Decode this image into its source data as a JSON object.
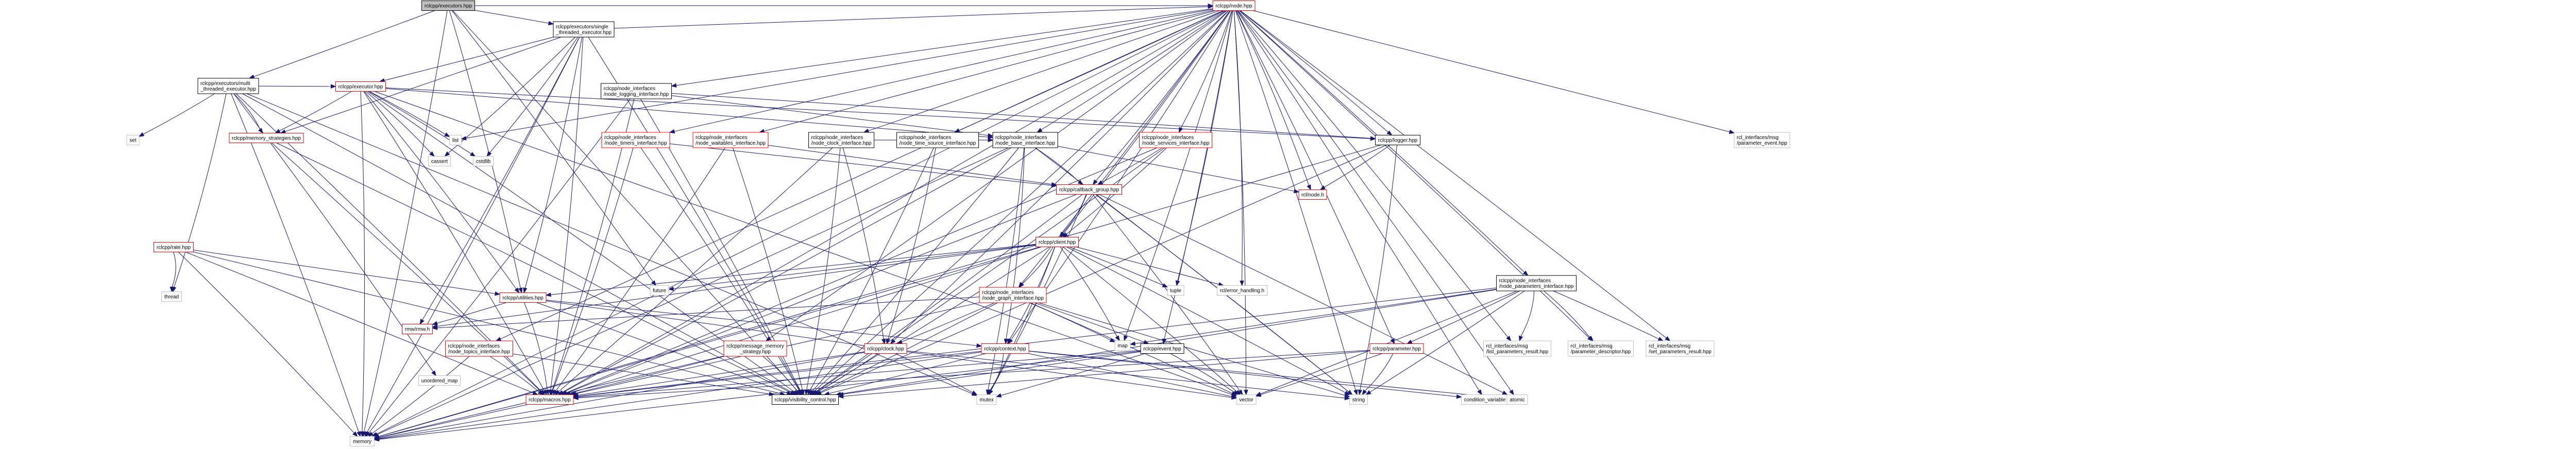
{
  "graph": {
    "title": "rclcpp/executors.hpp",
    "colors": {
      "edge": "#191970",
      "root_fill": "#bfbfbf",
      "linked_border": "#000000",
      "truncated_border": "#ff0000",
      "system_border": "#bfbfbf"
    },
    "nodes": [
      {
        "id": "n0",
        "label": [
          "rclcpp/executors.hpp"
        ],
        "kind": "root"
      },
      {
        "id": "n1",
        "label": [
          "rclcpp/executors/single",
          "_threaded_executor.hpp"
        ],
        "kind": "linked"
      },
      {
        "id": "n2",
        "label": [
          "rclcpp/executors/multi",
          "_threaded_executor.hpp"
        ],
        "kind": "linked"
      },
      {
        "id": "n3",
        "label": [
          "rclcpp/node.hpp"
        ],
        "kind": "truncated"
      },
      {
        "id": "n4",
        "label": [
          "rclcpp/executor.hpp"
        ],
        "kind": "truncated"
      },
      {
        "id": "n5",
        "label": [
          "rclcpp/memory_strategies.hpp"
        ],
        "kind": "truncated"
      },
      {
        "id": "n6",
        "label": [
          "rclcpp/node_interfaces",
          "/node_logging_interface.hpp"
        ],
        "kind": "linked"
      },
      {
        "id": "n7",
        "label": [
          "rclcpp/node_interfaces",
          "/node_timers_interface.hpp"
        ],
        "kind": "truncated"
      },
      {
        "id": "n8",
        "label": [
          "rclcpp/node_interfaces",
          "/node_waitables_interface.hpp"
        ],
        "kind": "truncated"
      },
      {
        "id": "n9",
        "label": [
          "rclcpp/node_interfaces",
          "/node_clock_interface.hpp"
        ],
        "kind": "linked"
      },
      {
        "id": "n10",
        "label": [
          "rclcpp/node_interfaces",
          "/node_time_source_interface.hpp"
        ],
        "kind": "linked"
      },
      {
        "id": "n11",
        "label": [
          "rclcpp/node_interfaces",
          "/node_base_interface.hpp"
        ],
        "kind": "linked"
      },
      {
        "id": "n12",
        "label": [
          "rclcpp/node_interfaces",
          "/node_services_interface.hpp"
        ],
        "kind": "truncated"
      },
      {
        "id": "n13",
        "label": [
          "rclcpp/logger.hpp"
        ],
        "kind": "linked"
      },
      {
        "id": "n14",
        "label": [
          "rclcpp/callback_group.hpp"
        ],
        "kind": "truncated"
      },
      {
        "id": "n15",
        "label": [
          "rcl/node.h"
        ],
        "kind": "truncated"
      },
      {
        "id": "n16",
        "label": [
          "rclcpp/client.hpp"
        ],
        "kind": "truncated"
      },
      {
        "id": "n17",
        "label": [
          "rclcpp/rate.hpp"
        ],
        "kind": "truncated"
      },
      {
        "id": "n18",
        "label": [
          "rclcpp/utilities.hpp"
        ],
        "kind": "truncated"
      },
      {
        "id": "n19",
        "label": [
          "rclcpp/node_interfaces",
          "/node_topics_interface.hpp"
        ],
        "kind": "truncated"
      },
      {
        "id": "n20",
        "label": [
          "rclcpp/message_memory",
          "_strategy.hpp"
        ],
        "kind": "truncated"
      },
      {
        "id": "n21",
        "label": [
          "rclcpp/node_interfaces",
          "/node_graph_interface.hpp"
        ],
        "kind": "truncated"
      },
      {
        "id": "n22",
        "label": [
          "rclcpp/clock.hpp"
        ],
        "kind": "truncated"
      },
      {
        "id": "n23",
        "label": [
          "rclcpp/context.hpp"
        ],
        "kind": "truncated"
      },
      {
        "id": "n24",
        "label": [
          "rclcpp/event.hpp"
        ],
        "kind": "linked"
      },
      {
        "id": "n25",
        "label": [
          "rclcpp/node_interfaces",
          "/node_parameters_interface.hpp"
        ],
        "kind": "linked"
      },
      {
        "id": "n26",
        "label": [
          "rclcpp/parameter.hpp"
        ],
        "kind": "truncated"
      },
      {
        "id": "n27",
        "label": [
          "rclcpp/macros.hpp"
        ],
        "kind": "truncated"
      },
      {
        "id": "n28",
        "label": [
          "rclcpp/visibility_control.hpp"
        ],
        "kind": "linked"
      },
      {
        "id": "n29",
        "label": [
          "rmw/rmw.h"
        ],
        "kind": "truncated"
      },
      {
        "id": "n30",
        "label": [
          "rcl_interfaces/msg",
          "/list_parameters_result.hpp"
        ],
        "kind": "system"
      },
      {
        "id": "n31",
        "label": [
          "rcl_interfaces/msg",
          "/parameter_descriptor.hpp"
        ],
        "kind": "system"
      },
      {
        "id": "n32",
        "label": [
          "rcl_interfaces/msg",
          "/set_parameters_result.hpp"
        ],
        "kind": "system"
      },
      {
        "id": "n33",
        "label": [
          "rcl_interfaces/msg",
          "/parameter_event.hpp"
        ],
        "kind": "system"
      },
      {
        "id": "n34",
        "label": [
          "rcl/error_handling.h"
        ],
        "kind": "system"
      },
      {
        "id": "n35",
        "label": [
          "set"
        ],
        "kind": "system"
      },
      {
        "id": "n36",
        "label": [
          "list"
        ],
        "kind": "system"
      },
      {
        "id": "n37",
        "label": [
          "cassert"
        ],
        "kind": "system"
      },
      {
        "id": "n38",
        "label": [
          "cstdlib"
        ],
        "kind": "system"
      },
      {
        "id": "n39",
        "label": [
          "future"
        ],
        "kind": "system"
      },
      {
        "id": "n40",
        "label": [
          "thread"
        ],
        "kind": "system"
      },
      {
        "id": "n41",
        "label": [
          "memory"
        ],
        "kind": "system"
      },
      {
        "id": "n42",
        "label": [
          "mutex"
        ],
        "kind": "system"
      },
      {
        "id": "n43",
        "label": [
          "vector"
        ],
        "kind": "system"
      },
      {
        "id": "n44",
        "label": [
          "string"
        ],
        "kind": "system"
      },
      {
        "id": "n45",
        "label": [
          "map"
        ],
        "kind": "system"
      },
      {
        "id": "n46",
        "label": [
          "tuple"
        ],
        "kind": "system"
      },
      {
        "id": "n47",
        "label": [
          "unordered_map"
        ],
        "kind": "system"
      },
      {
        "id": "n48",
        "label": [
          "condition_variable"
        ],
        "kind": "system"
      },
      {
        "id": "n49",
        "label": [
          "atomic"
        ],
        "kind": "system"
      }
    ],
    "edges": [
      [
        "n0",
        "n1"
      ],
      [
        "n0",
        "n2"
      ],
      [
        "n0",
        "n3"
      ],
      [
        "n0",
        "n18"
      ],
      [
        "n0",
        "n28"
      ],
      [
        "n0",
        "n39"
      ],
      [
        "n0",
        "n41"
      ],
      [
        "n1",
        "n3"
      ],
      [
        "n1",
        "n4"
      ],
      [
        "n1",
        "n5"
      ],
      [
        "n1",
        "n18"
      ],
      [
        "n1",
        "n27"
      ],
      [
        "n1",
        "n28"
      ],
      [
        "n1",
        "n37"
      ],
      [
        "n1",
        "n38"
      ],
      [
        "n1",
        "n41"
      ],
      [
        "n1",
        "n29"
      ],
      [
        "n2",
        "n4"
      ],
      [
        "n2",
        "n5"
      ],
      [
        "n2",
        "n27"
      ],
      [
        "n2",
        "n28"
      ],
      [
        "n2",
        "n35"
      ],
      [
        "n2",
        "n40"
      ],
      [
        "n2",
        "n41"
      ],
      [
        "n2",
        "n42"
      ],
      [
        "n2",
        "n47"
      ],
      [
        "n3",
        "n6"
      ],
      [
        "n3",
        "n7"
      ],
      [
        "n3",
        "n8"
      ],
      [
        "n3",
        "n9"
      ],
      [
        "n3",
        "n10"
      ],
      [
        "n3",
        "n11"
      ],
      [
        "n3",
        "n12"
      ],
      [
        "n3",
        "n13"
      ],
      [
        "n3",
        "n14"
      ],
      [
        "n3",
        "n16"
      ],
      [
        "n3",
        "n19"
      ],
      [
        "n3",
        "n20"
      ],
      [
        "n3",
        "n21"
      ],
      [
        "n3",
        "n22"
      ],
      [
        "n3",
        "n23"
      ],
      [
        "n3",
        "n24"
      ],
      [
        "n3",
        "n25"
      ],
      [
        "n3",
        "n26"
      ],
      [
        "n3",
        "n27"
      ],
      [
        "n3",
        "n28"
      ],
      [
        "n3",
        "n15"
      ],
      [
        "n3",
        "n30"
      ],
      [
        "n3",
        "n31"
      ],
      [
        "n3",
        "n32"
      ],
      [
        "n3",
        "n33"
      ],
      [
        "n3",
        "n34"
      ],
      [
        "n3",
        "n36"
      ],
      [
        "n3",
        "n41"
      ],
      [
        "n3",
        "n43"
      ],
      [
        "n3",
        "n44"
      ],
      [
        "n3",
        "n45"
      ],
      [
        "n3",
        "n46"
      ],
      [
        "n3",
        "n48"
      ],
      [
        "n3",
        "n49"
      ],
      [
        "n4",
        "n5"
      ],
      [
        "n4",
        "n11"
      ],
      [
        "n4",
        "n13"
      ],
      [
        "n4",
        "n18"
      ],
      [
        "n4",
        "n27"
      ],
      [
        "n4",
        "n28"
      ],
      [
        "n4",
        "n36"
      ],
      [
        "n4",
        "n37"
      ],
      [
        "n4",
        "n38"
      ],
      [
        "n4",
        "n41"
      ],
      [
        "n4",
        "n43"
      ],
      [
        "n5",
        "n27"
      ],
      [
        "n5",
        "n28"
      ],
      [
        "n6",
        "n13"
      ],
      [
        "n6",
        "n11"
      ],
      [
        "n6",
        "n27"
      ],
      [
        "n6",
        "n28"
      ],
      [
        "n6",
        "n41"
      ],
      [
        "n7",
        "n14"
      ],
      [
        "n7",
        "n27"
      ],
      [
        "n7",
        "n28"
      ],
      [
        "n8",
        "n14"
      ],
      [
        "n8",
        "n27"
      ],
      [
        "n8",
        "n28"
      ],
      [
        "n9",
        "n22"
      ],
      [
        "n9",
        "n11"
      ],
      [
        "n9",
        "n27"
      ],
      [
        "n9",
        "n28"
      ],
      [
        "n10",
        "n22"
      ],
      [
        "n10",
        "n11"
      ],
      [
        "n10",
        "n28"
      ],
      [
        "n11",
        "n14"
      ],
      [
        "n11",
        "n23"
      ],
      [
        "n11",
        "n15"
      ],
      [
        "n11",
        "n27"
      ],
      [
        "n11",
        "n28"
      ],
      [
        "n11",
        "n41"
      ],
      [
        "n11",
        "n44"
      ],
      [
        "n11",
        "n42"
      ],
      [
        "n12",
        "n14"
      ],
      [
        "n12",
        "n16"
      ],
      [
        "n12",
        "n28"
      ],
      [
        "n12",
        "n27"
      ],
      [
        "n13",
        "n15"
      ],
      [
        "n13",
        "n28"
      ],
      [
        "n13",
        "n41"
      ],
      [
        "n13",
        "n44"
      ],
      [
        "n14",
        "n16"
      ],
      [
        "n14",
        "n27"
      ],
      [
        "n14",
        "n28"
      ],
      [
        "n14",
        "n43"
      ],
      [
        "n14",
        "n42"
      ],
      [
        "n14",
        "n49"
      ],
      [
        "n14",
        "n44"
      ],
      [
        "n16",
        "n18"
      ],
      [
        "n16",
        "n21"
      ],
      [
        "n16",
        "n23"
      ],
      [
        "n16",
        "n34"
      ],
      [
        "n16",
        "n39"
      ],
      [
        "n16",
        "n45"
      ],
      [
        "n16",
        "n46"
      ],
      [
        "n16",
        "n42"
      ],
      [
        "n16",
        "n41"
      ],
      [
        "n16",
        "n27"
      ],
      [
        "n16",
        "n28"
      ],
      [
        "n16",
        "n29"
      ],
      [
        "n16",
        "n43"
      ],
      [
        "n16",
        "n44"
      ],
      [
        "n17",
        "n18"
      ],
      [
        "n17",
        "n27"
      ],
      [
        "n17",
        "n28"
      ],
      [
        "n17",
        "n40"
      ],
      [
        "n17",
        "n41"
      ],
      [
        "n18",
        "n23"
      ],
      [
        "n18",
        "n28"
      ],
      [
        "n18",
        "n29"
      ],
      [
        "n18",
        "n27"
      ],
      [
        "n18",
        "n43"
      ],
      [
        "n19",
        "n27"
      ],
      [
        "n19",
        "n28"
      ],
      [
        "n19",
        "n41"
      ],
      [
        "n20",
        "n27"
      ],
      [
        "n20",
        "n28"
      ],
      [
        "n20",
        "n41"
      ],
      [
        "n21",
        "n24"
      ],
      [
        "n21",
        "n22"
      ],
      [
        "n21",
        "n27"
      ],
      [
        "n21",
        "n28"
      ],
      [
        "n21",
        "n45"
      ],
      [
        "n21",
        "n43"
      ],
      [
        "n21",
        "n44"
      ],
      [
        "n21",
        "n29"
      ],
      [
        "n22",
        "n27"
      ],
      [
        "n22",
        "n28"
      ],
      [
        "n22",
        "n42"
      ],
      [
        "n22",
        "n41"
      ],
      [
        "n22",
        "n44"
      ],
      [
        "n23",
        "n27"
      ],
      [
        "n23",
        "n28"
      ],
      [
        "n23",
        "n42"
      ],
      [
        "n23",
        "n41"
      ],
      [
        "n23",
        "n43"
      ],
      [
        "n23",
        "n48"
      ],
      [
        "n23",
        "n49"
      ],
      [
        "n24",
        "n27"
      ],
      [
        "n24",
        "n28"
      ],
      [
        "n24",
        "n42"
      ],
      [
        "n24",
        "n41"
      ],
      [
        "n24",
        "n43"
      ],
      [
        "n25",
        "n26"
      ],
      [
        "n25",
        "n30"
      ],
      [
        "n25",
        "n31"
      ],
      [
        "n25",
        "n32"
      ],
      [
        "n25",
        "n27"
      ],
      [
        "n25",
        "n28"
      ],
      [
        "n25",
        "n43"
      ],
      [
        "n25",
        "n44"
      ],
      [
        "n25",
        "n45"
      ],
      [
        "n26",
        "n27"
      ],
      [
        "n26",
        "n28"
      ],
      [
        "n26",
        "n43"
      ],
      [
        "n26",
        "n44"
      ],
      [
        "n27",
        "n41"
      ]
    ]
  }
}
